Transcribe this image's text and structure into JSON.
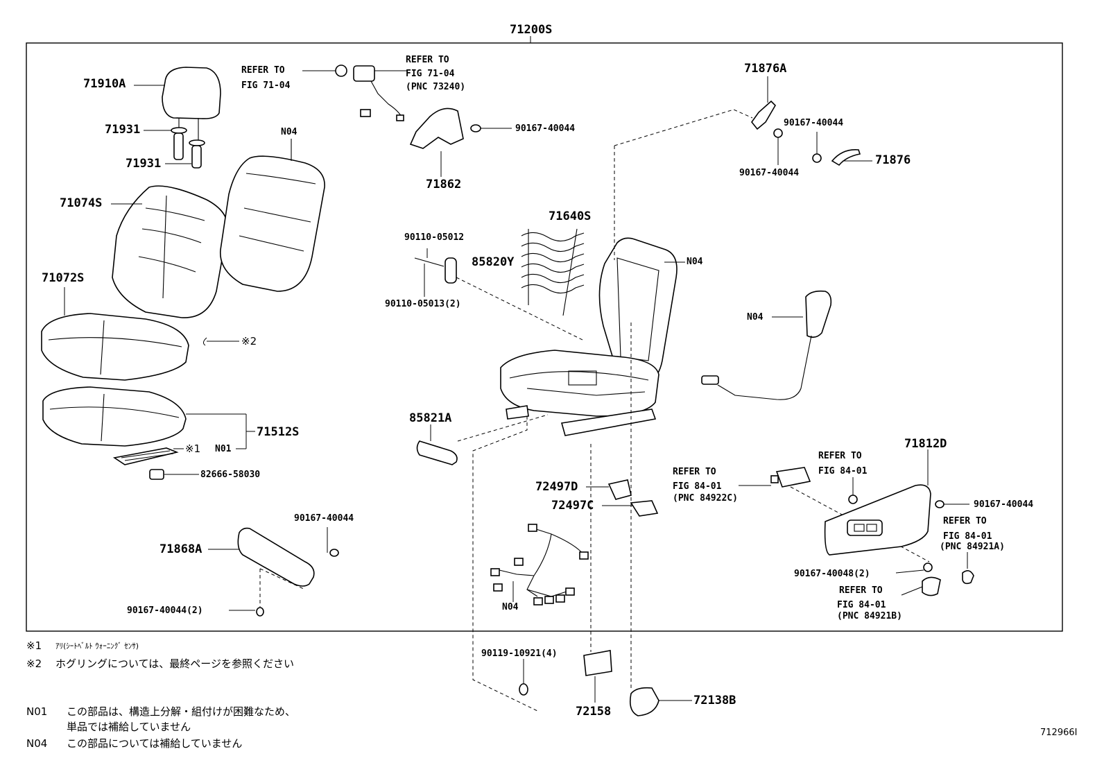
{
  "assembly": "71200S",
  "parts": {
    "p71910A": "71910A",
    "p71931a": "71931",
    "p71931b": "71931",
    "p71074S": "71074S",
    "p71072S": "71072S",
    "n04_back": "N04",
    "p71512S": "71512S",
    "n01": "N01",
    "p82666": "82666-58030",
    "p71868A": "71868A",
    "p90167_71868": "90167-40044",
    "p90167_71868_2": "90167-40044(2)",
    "p71862": "71862",
    "p90167_71862": "90167-40044",
    "p71640S": "71640S",
    "p90110_05012": "90110-05012",
    "p85820Y": "85820Y",
    "p90110_05013": "90110-05013(2)",
    "n04_frame": "N04",
    "p85821A": "85821A",
    "p72497D": "72497D",
    "p72497C": "72497C",
    "n04_harness": "N04",
    "p90119": "90119-10921(4)",
    "p72158": "72158",
    "p72138B": "72138B",
    "p71876A": "71876A",
    "p90167_a": "90167-40044",
    "p90167_b": "90167-40044",
    "p71876": "71876",
    "n04_airbag": "N04",
    "p71812D": "71812D",
    "p90167_71812": "90167-40044",
    "p90167_40048": "90167-40048(2)",
    "mark2": "※2",
    "mark1": "※1"
  },
  "refs": {
    "refer_to": "REFER TO",
    "fig_7104": "FIG 71-04",
    "pnc_73240": "(PNC 73240)",
    "fig_8401": "FIG 84-01",
    "pnc_84922C": "(PNC 84922C)",
    "pnc_84921A": "(PNC 84921A)",
    "pnc_84921B": "(PNC 84921B)"
  },
  "notes": {
    "note1_mark": "※1",
    "note1_text": "ｱﾘ(ｼｰﾄﾍﾞﾙﾄ ｳｫｰﾆﾝｸﾞ ｾﾝｻ)",
    "note2_mark": "※2",
    "note2_text": "ホグリングについては、最終ページを参照ください",
    "n01_code": "N01",
    "n01_line1": "この部品は、構造上分解・組付けが困難なため、",
    "n01_line2": "単品では補給していません",
    "n04_code": "N04",
    "n04_text": "この部品については補給していません"
  },
  "figure_id": "712966I"
}
